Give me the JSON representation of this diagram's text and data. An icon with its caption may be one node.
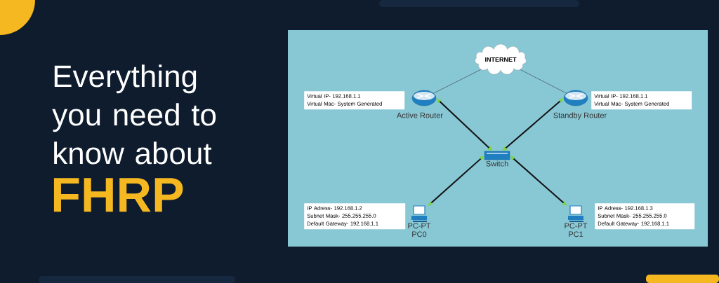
{
  "diagram": {
    "title": "Everything you need to know about",
    "nodes": [
      {
        "text": [
          "INTERNET"
        ]
      },
      {
        "text": [
          "Active Router"
        ]
      },
      {
        "text": [
          "Standby Router"
        ]
      },
      {
        "text": [
          "Switch"
        ]
      },
      {
        "text": [
          "PC-PT",
          "PC0"
        ]
      },
      {
        "text": [
          "PC-PT",
          "PC1"
        ]
      },
      {
        "text": [
          "Virtual IP- 192.168.1.1",
          "Virtual Mac- System Generated"
        ]
      },
      {
        "text": [
          "Virtual IP- 192.168.1.1",
          "Virtual Mac- System Generated"
        ]
      },
      {
        "text": [
          "IP Adress- 192.168.1.2",
          "Subnet Mask- 255.255.255.0",
          "Default Gateway- 192.168.1.1"
        ]
      },
      {
        "text": [
          "IP Adress- 192.168.1.3",
          "Subnet Mask- 255.255.255.0",
          "Default Gateway- 192.168.1.1"
        ]
      }
    ],
    "edges": [
      {
        "from": 0,
        "to": 1,
        "arrow": "none",
        "color": "#2f3d44"
      },
      {
        "from": 0,
        "to": 2,
        "arrow": "none",
        "color": "#2f3d44"
      },
      {
        "from": 1,
        "to": 3,
        "arrow": "both"
      },
      {
        "from": 2,
        "to": 3,
        "arrow": "both"
      },
      {
        "from": 3,
        "to": 4,
        "arrow": "both"
      },
      {
        "from": 3,
        "to": 5,
        "arrow": "both"
      }
    ],
    "labels": [
      "FHRP"
    ]
  }
}
